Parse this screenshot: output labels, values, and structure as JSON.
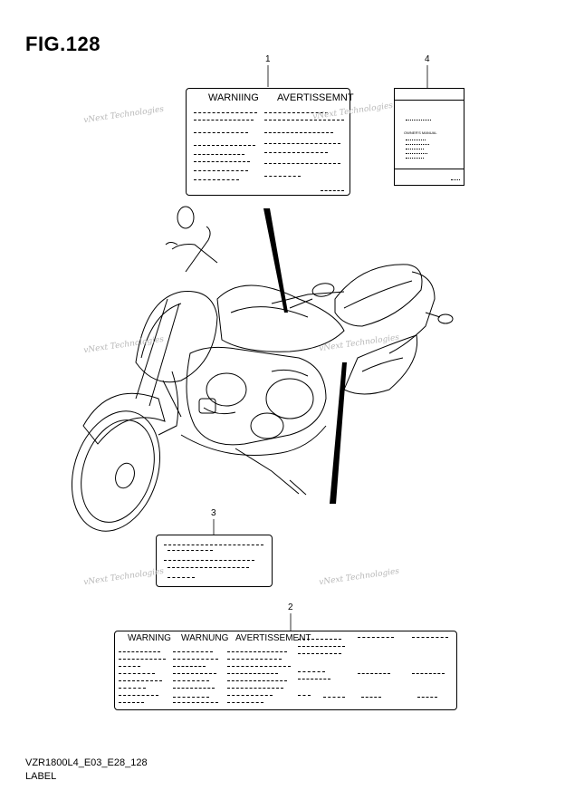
{
  "figure": {
    "title": "FIG.128"
  },
  "callouts": [
    "1",
    "2",
    "3",
    "4"
  ],
  "label1": {
    "warning": "WARNIING",
    "avertissement": "AVERTISSEMNT"
  },
  "label2": {
    "warning1": "WARNING",
    "warning2": "WARNUNG",
    "avertissement": "AVERTISSEMENT"
  },
  "label4": {
    "heading": "OWNER'S MANUAL"
  },
  "watermark": "vNext Technologies",
  "footer": {
    "code": "VZR1800L4_E03_E28_128",
    "caption": "LABEL"
  }
}
